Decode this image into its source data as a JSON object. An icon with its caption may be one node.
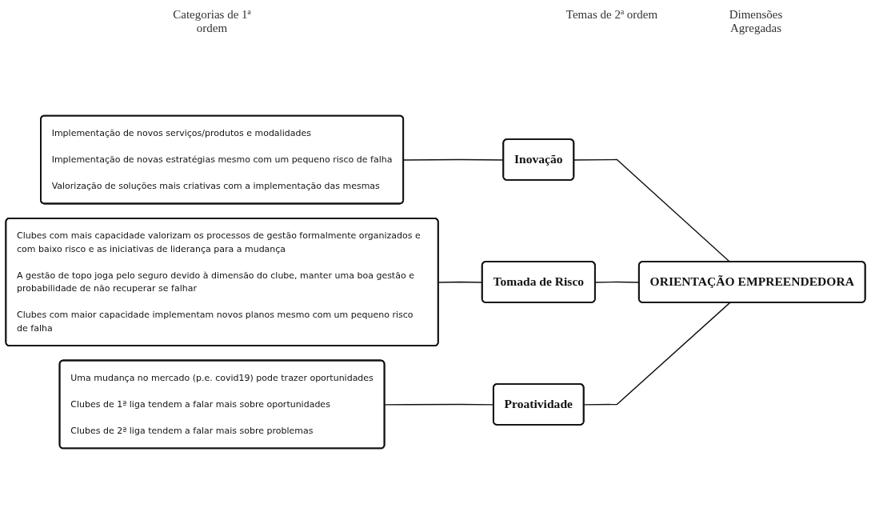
{
  "diagram": {
    "nodes": [
      {
        "text": [
          "Implementação de novos serviços/produtos e modalidades",
          "Implementação de novas estratégias mesmo com um pequeno risco de falha",
          "Valorização de soluções mais criativas com a implementação das mesmas"
        ]
      },
      {
        "text": [
          "Clubes com mais capacidade valorizam os processos de gestão formalmente organizados e com baixo risco e as iniciativas de liderança para a mudança",
          "A gestão de topo joga pelo seguro devido à dimensão do clube, manter uma boa gestão e probabilidade de não recuperar se falhar",
          "Clubes com maior capacidade implementam novos planos mesmo com um pequeno risco de falha"
        ]
      },
      {
        "text": [
          "Uma mudança no mercado (p.e. covid19) pode trazer oportunidades",
          "Clubes de 1ª liga tendem a falar mais sobre oportunidades",
          "Clubes de 2ª liga tendem a falar mais sobre problemas"
        ]
      },
      {
        "text": [
          "Inovação"
        ]
      },
      {
        "text": [
          "Tomada de Risco"
        ]
      },
      {
        "text": [
          "Proatividade"
        ]
      },
      {
        "text": [
          "ORIENTAÇÃO EMPREENDEDORA"
        ]
      }
    ],
    "edges": [
      {
        "from": 0,
        "to": 3,
        "arrow": "none"
      },
      {
        "from": 1,
        "to": 4,
        "arrow": "none"
      },
      {
        "from": 2,
        "to": 5,
        "arrow": "none"
      },
      {
        "from": 3,
        "to": 6,
        "arrow": "none"
      },
      {
        "from": 4,
        "to": 6,
        "arrow": "none"
      },
      {
        "from": 5,
        "to": 6,
        "arrow": "none"
      }
    ],
    "labels": [
      "Categorias de 1ª ordem",
      "Temas de 2ª ordem",
      "Dimensões Agregadas"
    ]
  }
}
